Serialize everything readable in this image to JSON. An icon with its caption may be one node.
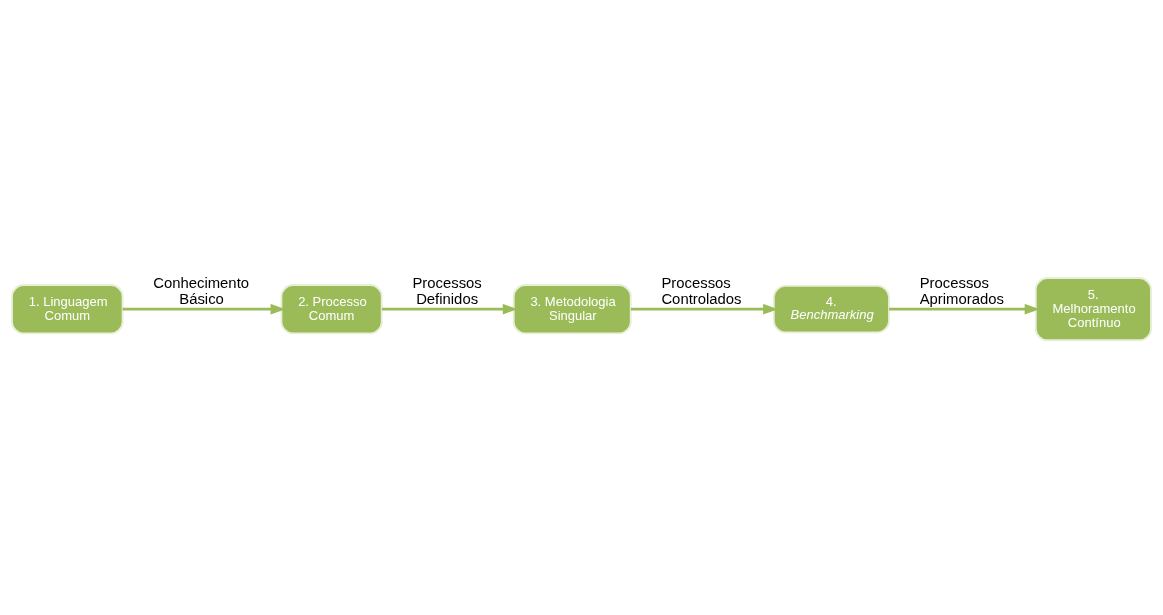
{
  "diagram": {
    "nodes": [
      {
        "text": [
          "1. Linguagem Comum"
        ]
      },
      {
        "text": [
          "2. Processo Comum"
        ]
      },
      {
        "text": [
          "3. Metodologia Singular"
        ]
      },
      {
        "text": [
          "4. *Benchmarking*"
        ]
      },
      {
        "text": [
          "5. Melhoramento Contínuo"
        ]
      }
    ],
    "edges": [
      {
        "from": 0,
        "to": 1,
        "arrow": "to",
        "label": "Conhecimento Básico"
      },
      {
        "from": 1,
        "to": 2,
        "arrow": "to",
        "label": "Processos Definidos"
      },
      {
        "from": 2,
        "to": 3,
        "arrow": "to",
        "label": "Processos Controlados"
      },
      {
        "from": 3,
        "to": 4,
        "arrow": "to",
        "label": "Processos Aprimorados"
      }
    ]
  }
}
